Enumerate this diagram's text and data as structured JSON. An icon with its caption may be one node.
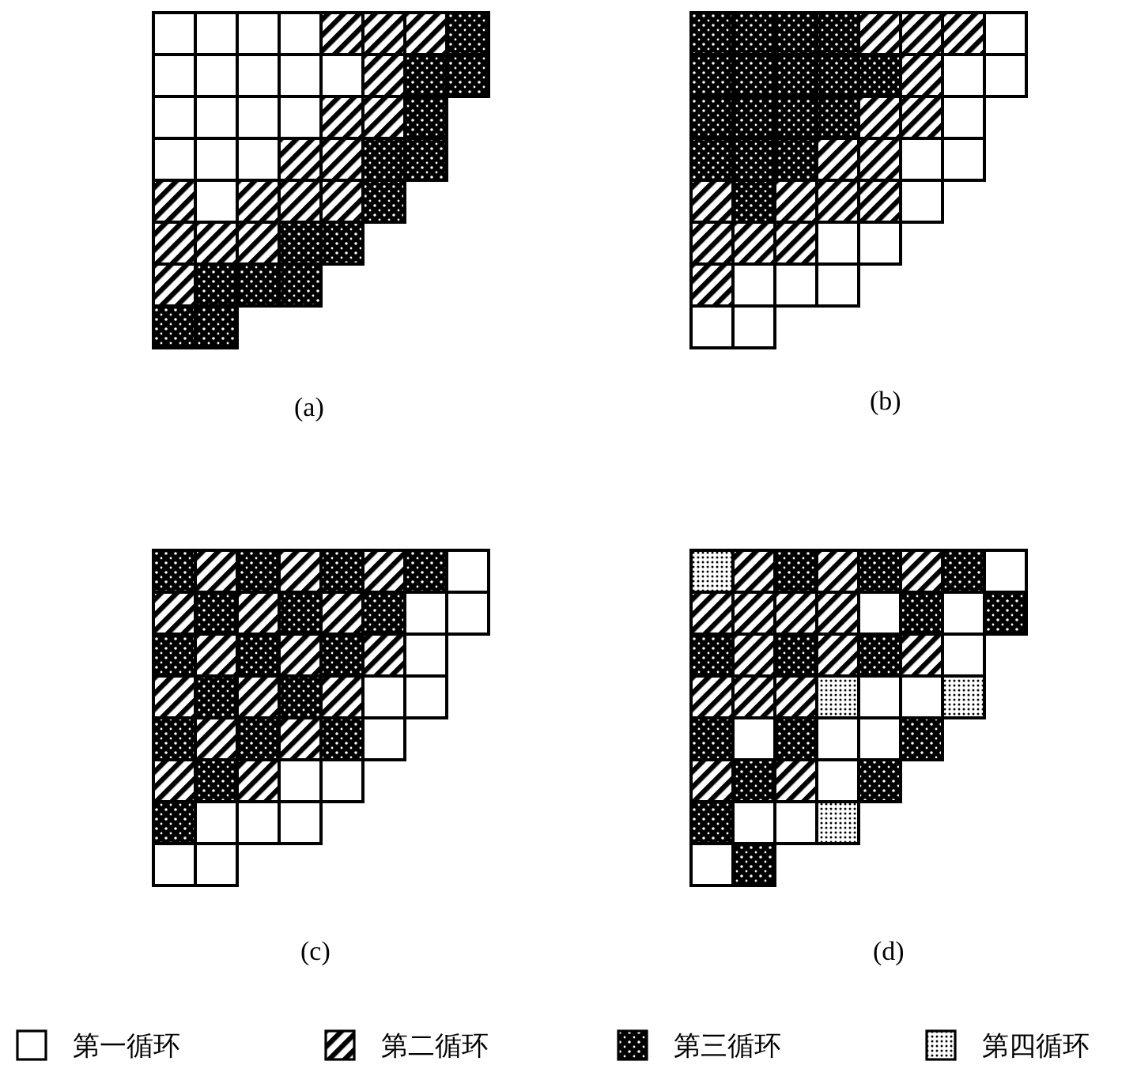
{
  "diagram": {
    "labels": [
      "(a)",
      "(b)",
      "(c)",
      "(d)"
    ],
    "legend": [
      {
        "text": "第一循环"
      },
      {
        "text": "第二循环"
      },
      {
        "text": "第三循环"
      },
      {
        "text": "第四循环"
      }
    ]
  }
}
